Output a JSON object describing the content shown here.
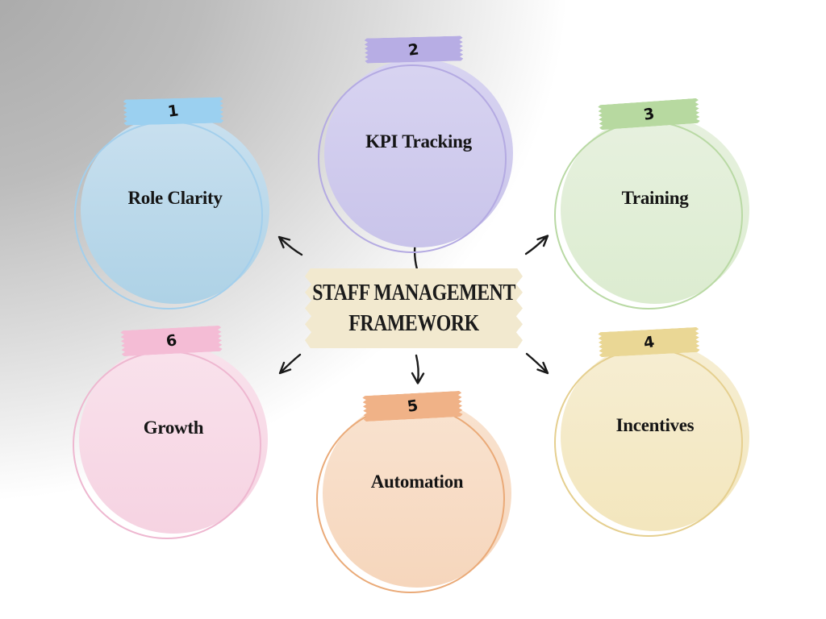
{
  "title": {
    "line1": "STAFF MANAGEMENT",
    "line2": "FRAMEWORK",
    "tape_color": "#f2e9cf"
  },
  "nodes": [
    {
      "number": "1",
      "label": "Role Clarity",
      "tape_color": "#9bd0f0",
      "fill_top": "#c9e0ef",
      "fill_bottom": "#aed2e6",
      "ring_color": "#a3cfec"
    },
    {
      "number": "2",
      "label": "KPI Tracking",
      "tape_color": "#b7ade4",
      "fill_top": "#d8d4f1",
      "fill_bottom": "#c9c4ea",
      "ring_color": "#b4aae2"
    },
    {
      "number": "3",
      "label": "Training",
      "tape_color": "#b7d9a0",
      "fill_top": "#e7f1df",
      "fill_bottom": "#dcecd0",
      "ring_color": "#b9d9a4"
    },
    {
      "number": "4",
      "label": "Incentives",
      "tape_color": "#ead795",
      "fill_top": "#f6eed3",
      "fill_bottom": "#f3e6bd",
      "ring_color": "#e5cf8f"
    },
    {
      "number": "5",
      "label": "Automation",
      "tape_color": "#f0b287",
      "fill_top": "#f9e3d0",
      "fill_bottom": "#f6d6bc",
      "ring_color": "#eaaa78"
    },
    {
      "number": "6",
      "label": "Growth",
      "tape_color": "#f4bcd5",
      "fill_top": "#f9e2ec",
      "fill_bottom": "#f6d3e2",
      "ring_color": "#eeb7d0"
    }
  ],
  "arrows": {
    "color": "#1a1a1a"
  },
  "background": {
    "corner_color": "#a6a6a6",
    "base_color": "#ffffff"
  }
}
